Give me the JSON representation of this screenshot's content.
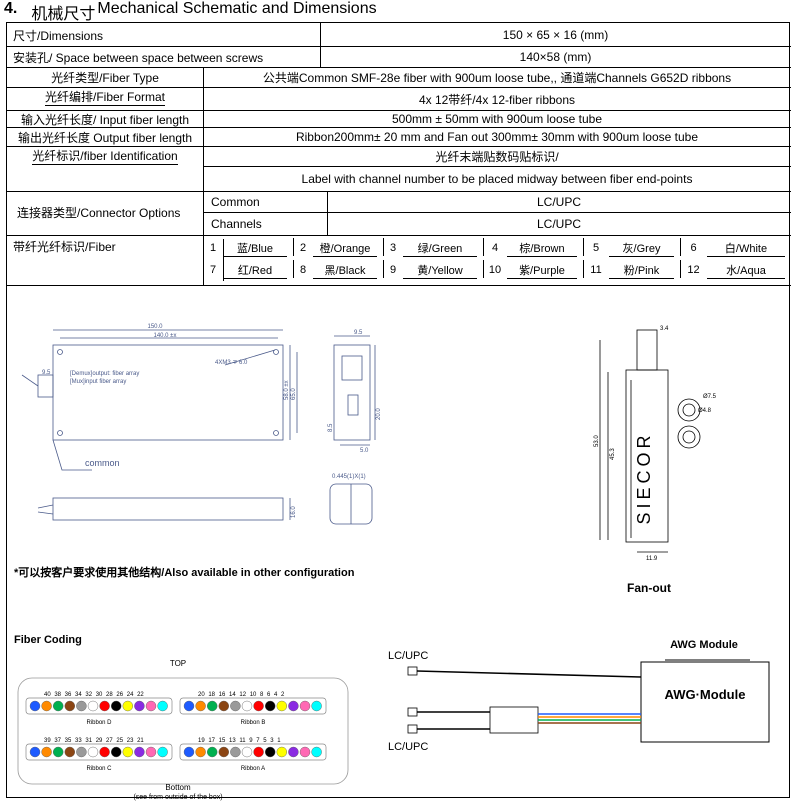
{
  "header": {
    "number": "4.",
    "title_cn": "机械尺寸",
    "title_en": "Mechanical Schematic and Dimensions"
  },
  "rows": {
    "dimensions": {
      "label": "尺寸/Dimensions",
      "value": "150 × 65 × 16 (mm)"
    },
    "screws": {
      "label": "安装孔/ Space between space between screws",
      "value": "140×58 (mm)"
    },
    "fiber_type": {
      "label": "光纤类型/Fiber Type",
      "value": "公共端Common SMF-28e fiber with 900um loose tube,, 通道端Channels G652D ribbons"
    },
    "fiber_format": {
      "label": "光纤编排/Fiber Format",
      "value": "4x 12带纤/4x 12-fiber ribbons"
    },
    "input_length": {
      "label": "输入光纤长度/ Input fiber length",
      "value": "500mm ± 50mm with 900um loose tube"
    },
    "output_length": {
      "label": "输出光纤长度 Output fiber length",
      "value": "Ribbon200mm± 20 mm and Fan out 300mm± 30mm with 900um loose tube"
    },
    "identification": {
      "label": "光纤标识/fiber Identification",
      "value_cn": "光纤末端贴数码贴标识/",
      "value_en": "Label with channel number to be placed midway between fiber end-points"
    },
    "connector": {
      "label": "连接器类型/Connector Options",
      "common_label": "Common",
      "common_value": "LC/UPC",
      "channels_label": "Channels",
      "channels_value": "LC/UPC"
    },
    "fiber_color": {
      "label": "带纤光纤标识/Fiber",
      "colors": [
        {
          "n": "1",
          "name": "蓝/Blue"
        },
        {
          "n": "2",
          "name": "橙/Orange"
        },
        {
          "n": "3",
          "name": "绿/Green"
        },
        {
          "n": "4",
          "name": "棕/Brown"
        },
        {
          "n": "5",
          "name": "灰/Grey"
        },
        {
          "n": "6",
          "name": "白/White"
        },
        {
          "n": "7",
          "name": "红/Red"
        },
        {
          "n": "8",
          "name": "黑/Black"
        },
        {
          "n": "9",
          "name": "黄/Yellow"
        },
        {
          "n": "10",
          "name": "紫/Purple"
        },
        {
          "n": "11",
          "name": "粉/Pink"
        },
        {
          "n": "12",
          "name": "水/Aqua"
        }
      ]
    }
  },
  "drawing": {
    "dim_150": "150.0",
    "dim_1405": "140.0 ±x",
    "dim_4xm3": "4XM3 ∓ 6.0",
    "label_demux": "[Demux]output: fiber array",
    "label_mux": "[Mux]input fiber array",
    "dim_95": "9.5",
    "dim_580": "58.0 ±x",
    "dim_650": "65.0",
    "dim_common": "common",
    "dim_side_95": "9.5",
    "dim_side_200": "20.0",
    "dim_side_85": "8.5",
    "dim_side_50": "5.0",
    "dim_160": "16.0",
    "dim_pitch": "0.445(1)X(1)",
    "note": "*可以按客户要求使用其他结构/Also available in other configuration",
    "fanout_label": "Fan-out",
    "brand": "SIECOR",
    "fanout_dims": {
      "top": "3.4",
      "r1": "Ø7.5",
      "r2": "Ø4.8",
      "h1": "53.0",
      "h2": "45.3",
      "w": "11.9"
    }
  },
  "fiber_coding": {
    "title": "Fiber Coding",
    "top": "TOP",
    "bottom": "Bottom",
    "bottom_sub": "(see from outside of the box)",
    "ribbons": [
      {
        "name": "Ribbon D",
        "nums": "40 38 36 34 32 30 28 26 24 22"
      },
      {
        "name": "Ribbon B",
        "nums": "20 18 16 14 12 10 8 6 4 2"
      },
      {
        "name": "Ribbon C",
        "nums": "39 37 35 33 31 29 27 25 23 21"
      },
      {
        "name": "Ribbon A",
        "nums": "19 17 15 13 11 9 7 5 3 1"
      }
    ],
    "dot_colors": [
      "#1e5bff",
      "#ff8a00",
      "#00b050",
      "#8b4513",
      "#9a9a9a",
      "#ffffff",
      "#ff0000",
      "#000000",
      "#ffff00",
      "#8a2be2",
      "#ff69b4",
      "#00ffff"
    ]
  },
  "awg": {
    "module_title": "AWG Module",
    "module_box": "AWG·Module",
    "lc_top": "LC/UPC",
    "lc_bottom": "LC/UPC"
  }
}
